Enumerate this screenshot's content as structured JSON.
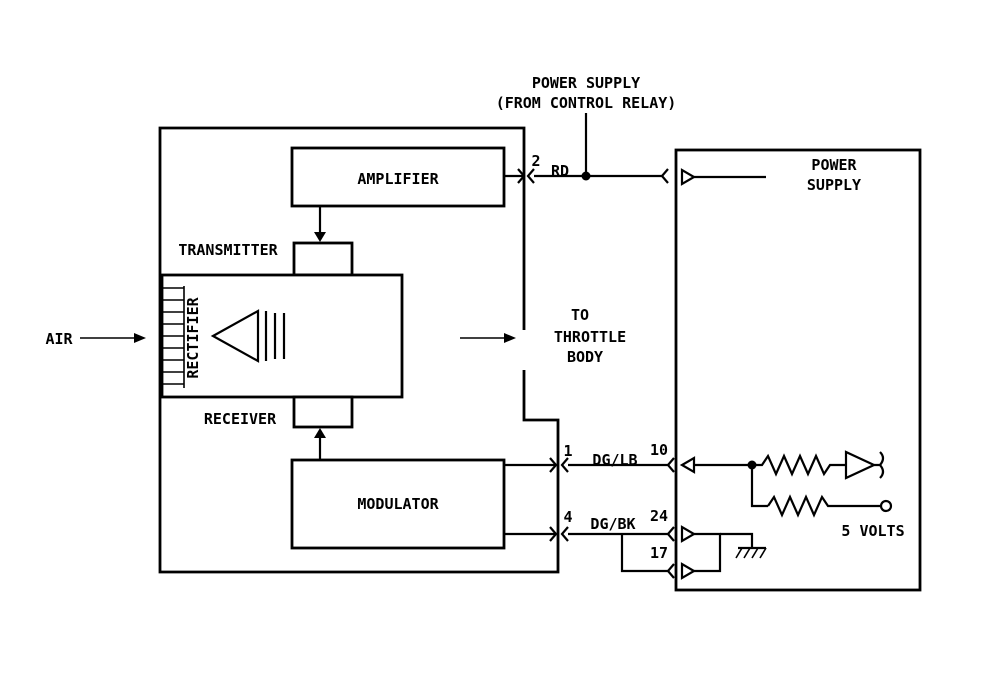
{
  "labels": {
    "power_supply_top": "POWER SUPPLY",
    "from_control_relay": "(FROM CONTROL RELAY)",
    "amplifier": "AMPLIFIER",
    "transmitter": "TRANSMITTER",
    "rectifier": "RECTIFIER",
    "receiver": "RECEIVER",
    "modulator": "MODULATOR",
    "air": "AIR",
    "to": "TO",
    "throttle": "THROTTLE",
    "body": "BODY",
    "power": "POWER",
    "supply": "SUPPLY",
    "five_volts": "5 VOLTS"
  },
  "wires": {
    "rd": "RD",
    "dg_lb": "DG/LB",
    "dg_bk": "DG/BK"
  },
  "pins": {
    "p2": "2",
    "p1": "1",
    "p4": "4",
    "p10": "10",
    "p24": "24",
    "p17": "17"
  }
}
